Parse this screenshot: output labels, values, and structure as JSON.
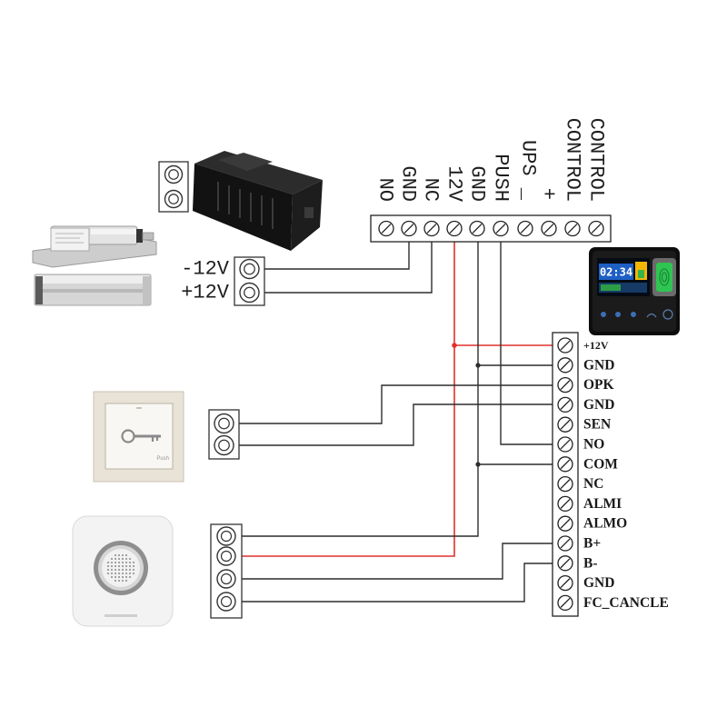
{
  "power_supply": {
    "terminal_labels": [
      "NO",
      "GND",
      "NC",
      "12V",
      "GND",
      "PUSH",
      "UPS _",
      "+",
      "CONTROL",
      "CONTROL"
    ]
  },
  "lock_supply": {
    "minus_label": "-12V",
    "plus_label": "+12V"
  },
  "controller": {
    "screen_time": "02:34",
    "terminal_labels": [
      "+12V",
      "GND",
      "OPK",
      "GND",
      "SEN",
      "NO",
      "COM",
      "NC",
      "ALMI",
      "ALMO",
      "B+",
      "B-",
      "GND",
      "FC_CANCLE"
    ]
  },
  "exit_button": {
    "caption": "Push",
    "icon": "key-icon"
  },
  "doorbell": {
    "icon": "speaker-icon"
  },
  "wire_colors": {
    "power": "#e0322b",
    "signal": "#2d2d2d"
  }
}
